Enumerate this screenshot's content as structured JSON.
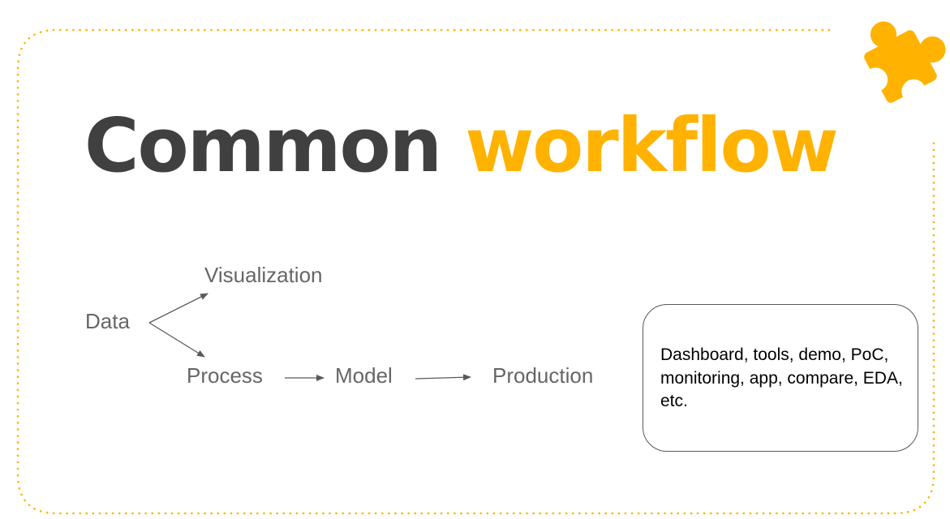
{
  "title": {
    "main": "Common",
    "accent": "workflow"
  },
  "colors": {
    "accent": "#FFB300",
    "title_dark": "#404040",
    "node_text": "#666666",
    "arrow": "#595959",
    "frame_dots": "#FFB300"
  },
  "diagram": {
    "nodes": {
      "data": "Data",
      "visualization": "Visualization",
      "process": "Process",
      "model": "Model",
      "production": "Production"
    }
  },
  "callout": {
    "text": "Dashboard, tools, demo, PoC, monitoring, app, compare, EDA, etc."
  },
  "icons": {
    "decoration": "puzzle-piece-icon"
  }
}
